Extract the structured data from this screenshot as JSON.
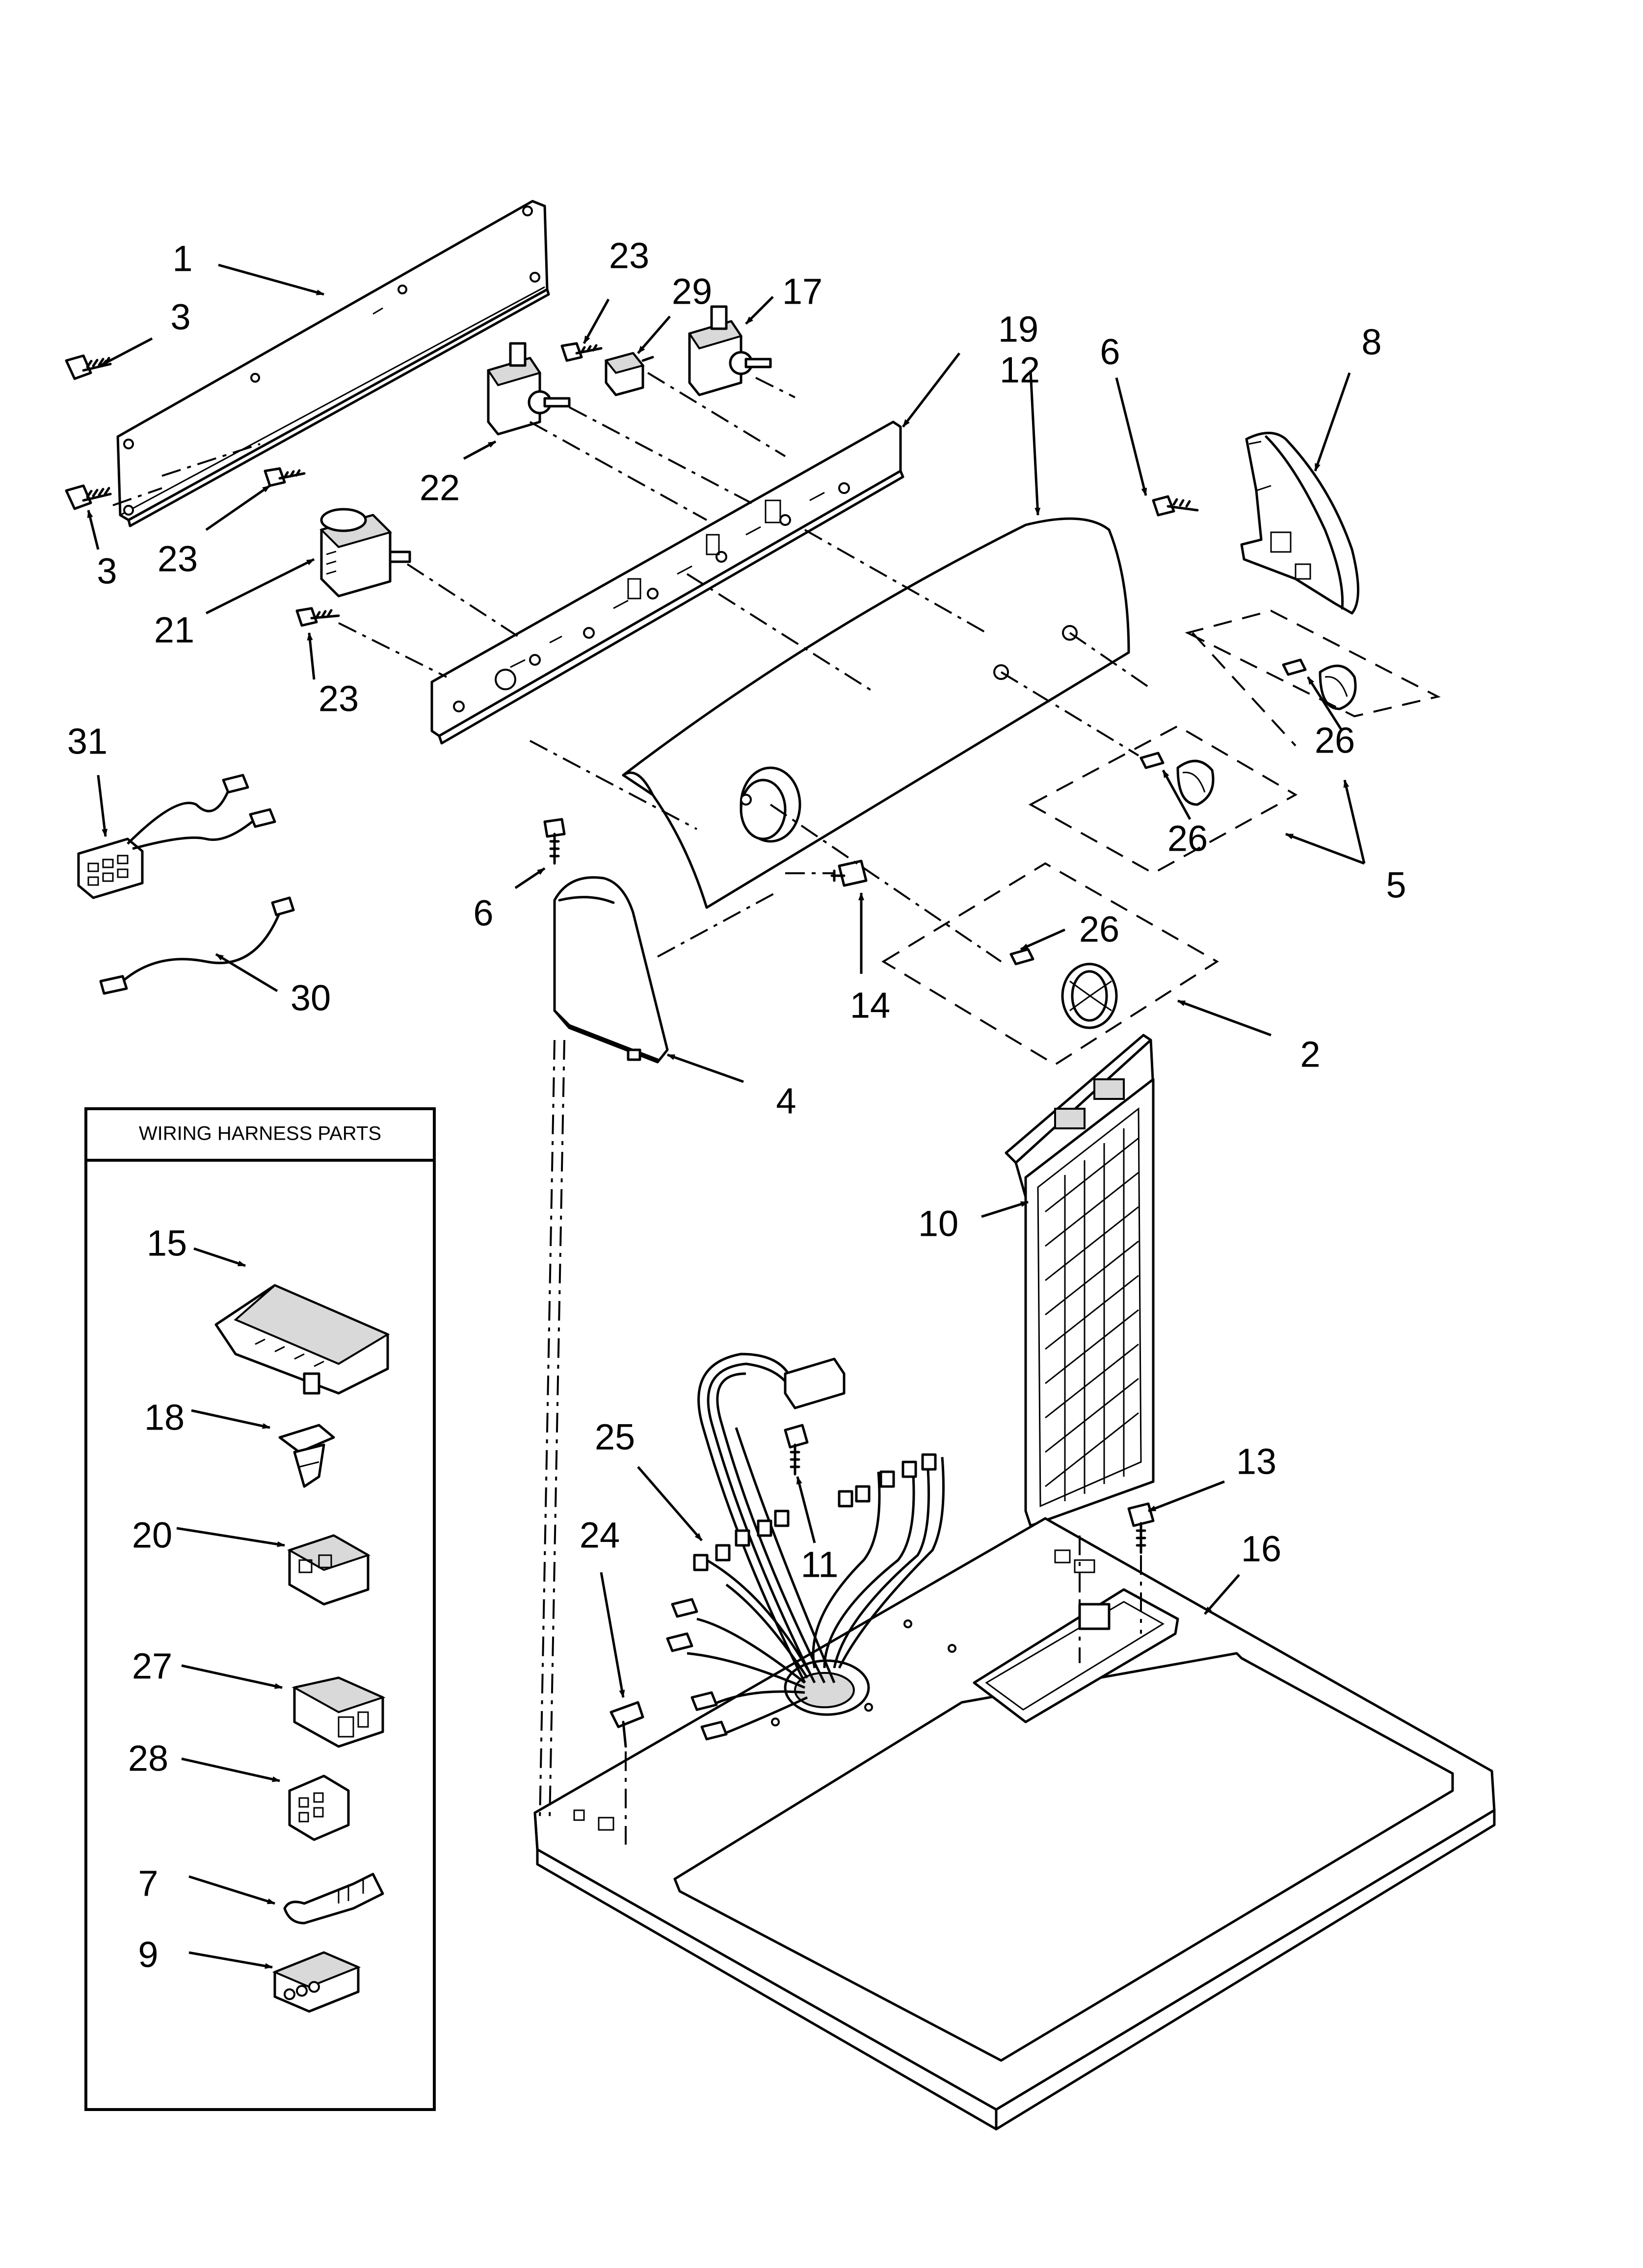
{
  "harness_box": {
    "title": "WIRING HARNESS PARTS"
  },
  "callouts": {
    "c1": "1",
    "c3a": "3",
    "c3b": "3",
    "c23a": "23",
    "c29": "29",
    "c17": "17",
    "c19": "19",
    "c12": "12",
    "c6a": "6",
    "c8": "8",
    "c22": "22",
    "c23b": "23",
    "c21": "21",
    "c23c": "23",
    "c26a": "26",
    "c26b": "26",
    "c5": "5",
    "c31": "31",
    "c6b": "6",
    "c14": "14",
    "c26c": "26",
    "c2": "2",
    "c30": "30",
    "c4": "4",
    "c10": "10",
    "c15": "15",
    "c18": "18",
    "c20": "20",
    "c27": "27",
    "c28": "28",
    "c7": "7",
    "c9": "9",
    "c25": "25",
    "c24": "24",
    "c11": "11",
    "c13": "13",
    "c16": "16"
  }
}
